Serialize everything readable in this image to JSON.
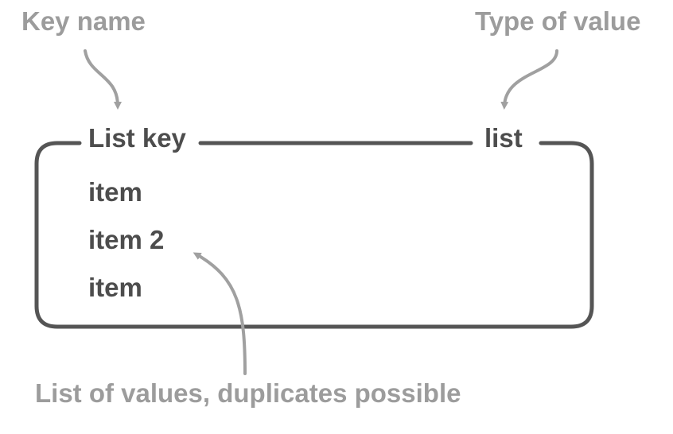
{
  "annotations": {
    "key_name": "Key name",
    "type_of_value": "Type of value",
    "values_note": "List of values, duplicates possible"
  },
  "box": {
    "key": "List key",
    "type": "list",
    "items": [
      "item",
      "item 2",
      "item"
    ]
  },
  "colors": {
    "annotation_text": "#9c9c9c",
    "box_text": "#4d4d4d",
    "box_border": "#555555",
    "arrow": "#a0a0a0"
  }
}
